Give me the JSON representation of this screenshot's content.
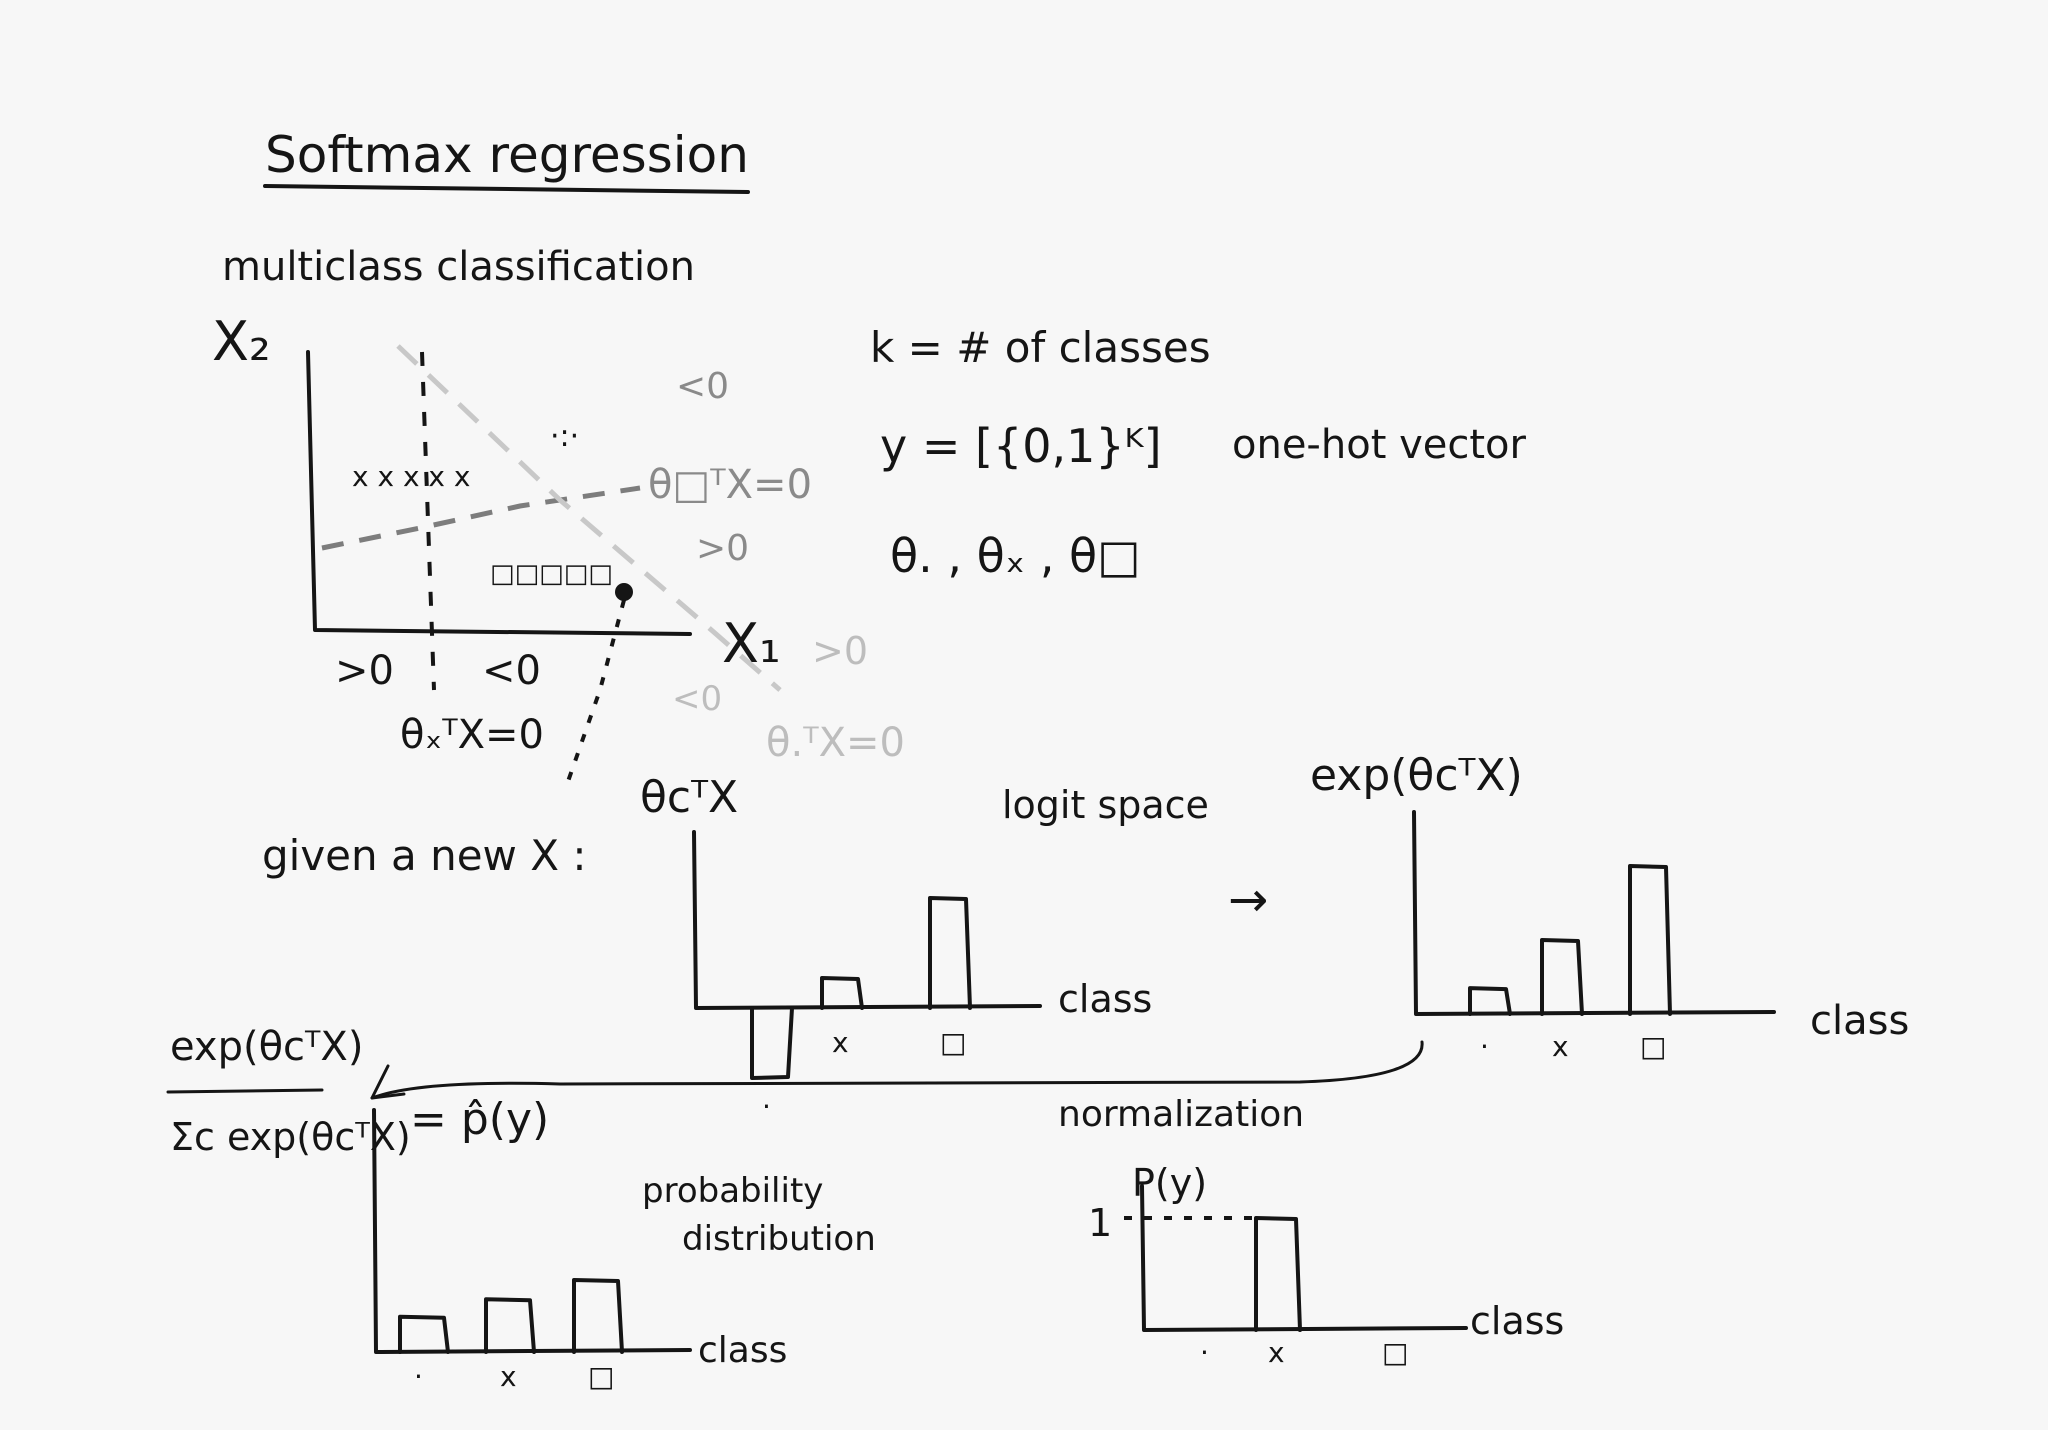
{
  "title": "Softmax regression",
  "subtitle": "multiclass classification",
  "plot": {
    "x2_label": "X₂",
    "x1_label": "X₁",
    "region_gt0_left": ">0",
    "region_lt0_mid": "<0",
    "theta_x_boundary": "θₓᵀX=0",
    "theta_sq_boundary": "θ□ᵀX=0",
    "theta_sq_lt0": "<0",
    "theta_sq_gt0": ">0",
    "theta_dot_boundary": "θ.ᵀX=0",
    "theta_dot_lt0": "<0",
    "theta_dot_gt0": ">0",
    "class_x_marks": "x x x x x",
    "class_dot_marks": "·:·",
    "class_sq_marks": "□□□□□"
  },
  "notes": {
    "k_def": "k = # of classes",
    "y_def": "y = [{0,1}ᴷ]",
    "y_desc": "one-hot vector",
    "thetas": "θ. , θₓ , θ□"
  },
  "given_new": "given a new X :",
  "logit_chart": {
    "ylabel": "θcᵀX",
    "xlabel": "class",
    "caption": "logit space",
    "ticks": [
      "·",
      "x",
      "□"
    ]
  },
  "exp_chart": {
    "ylabel": "exp(θcᵀX)",
    "xlabel": "class",
    "ticks": [
      "·",
      "x",
      "□"
    ]
  },
  "arrow_right": "→",
  "normalization_label": "normalization",
  "prob_chart": {
    "formula_num": "exp(θcᵀX)",
    "formula_den": "Σc exp(θcᵀX)",
    "equals": "= p̂(y)",
    "caption_line1": "probability",
    "caption_line2": "distribution",
    "xlabel": "class",
    "ticks": [
      "·",
      "x",
      "□"
    ]
  },
  "onehot_chart": {
    "ylabel": "P(y)",
    "one_label": "1",
    "xlabel": "class",
    "ticks": [
      "·",
      "x",
      "□"
    ]
  },
  "chart_data": [
    {
      "type": "bar",
      "title": "",
      "caption": "logit space",
      "ylabel": "θcᵀX",
      "xlabel": "class",
      "categories": [
        "·",
        "x",
        "□"
      ],
      "values": [
        -0.35,
        0.15,
        0.55
      ],
      "ylim": [
        -0.5,
        1
      ]
    },
    {
      "type": "bar",
      "title": "",
      "ylabel": "exp(θcᵀX)",
      "xlabel": "class",
      "categories": [
        "·",
        "x",
        "□"
      ],
      "values": [
        0.7,
        2,
        4
      ],
      "ylim": [
        0,
        4.2
      ]
    },
    {
      "type": "bar",
      "title": "",
      "caption": "probability distribution",
      "ylabel": "",
      "xlabel": "class",
      "categories": [
        "·",
        "x",
        "□"
      ],
      "values": [
        0.22,
        0.33,
        0.45
      ],
      "ylim": [
        0,
        1
      ]
    },
    {
      "type": "bar",
      "title": "",
      "ylabel": "P(y)",
      "xlabel": "class",
      "categories": [
        "·",
        "x",
        "□"
      ],
      "values": [
        0,
        1,
        0
      ],
      "ylim": [
        0,
        1
      ]
    }
  ]
}
